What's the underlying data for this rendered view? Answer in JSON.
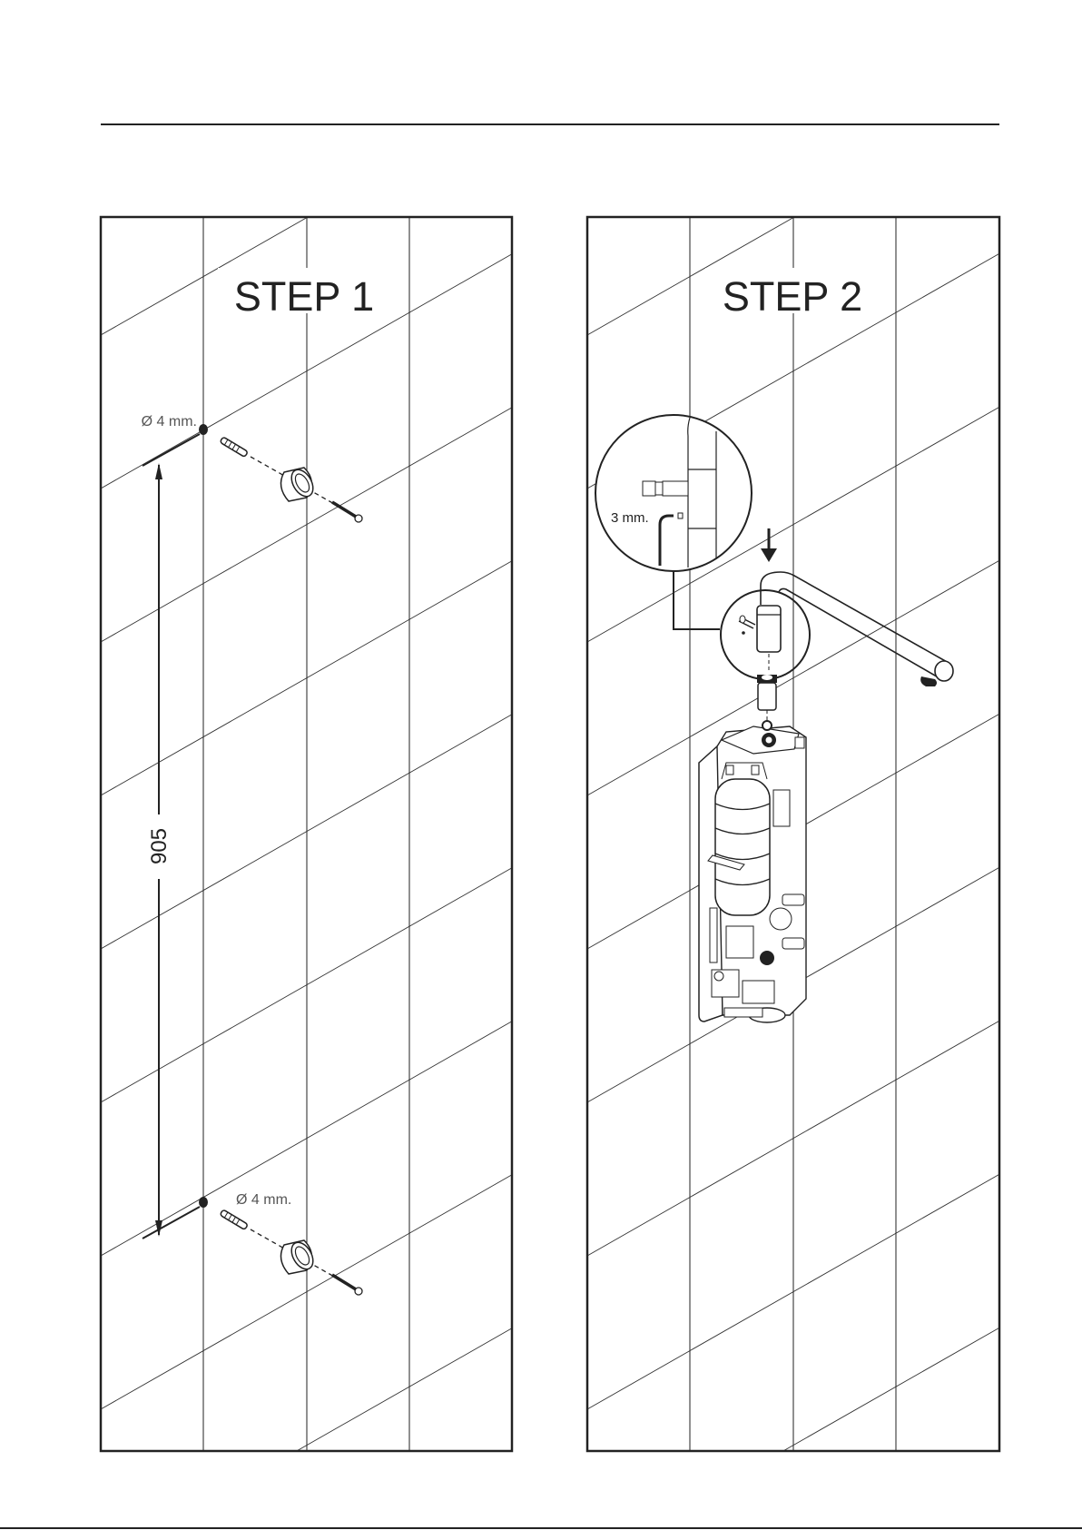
{
  "step1": {
    "title": "STEP 1",
    "hole_label_top": "Ø 4 mm.",
    "hole_label_bottom": "Ø 4 mm.",
    "distance": "905"
  },
  "step2": {
    "title": "STEP 2",
    "hex_key_label": "3 mm."
  },
  "colors": {
    "line": "#222222",
    "label": "#555555"
  }
}
